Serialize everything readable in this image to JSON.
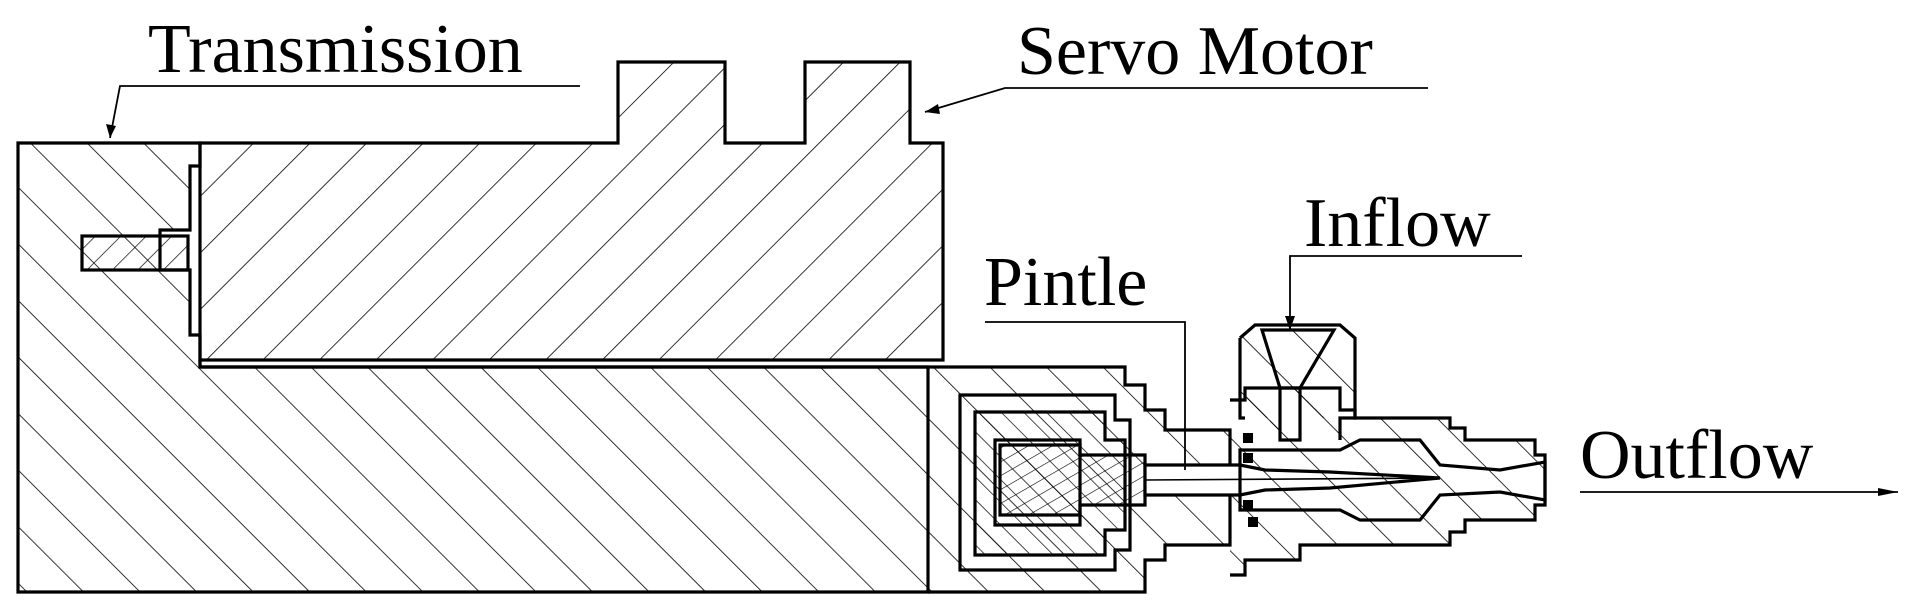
{
  "labels": {
    "transmission": "Transmission",
    "servo_motor": "Servo Motor",
    "inflow": "Inflow",
    "pintle": "Pintle",
    "outflow": "Outflow"
  }
}
